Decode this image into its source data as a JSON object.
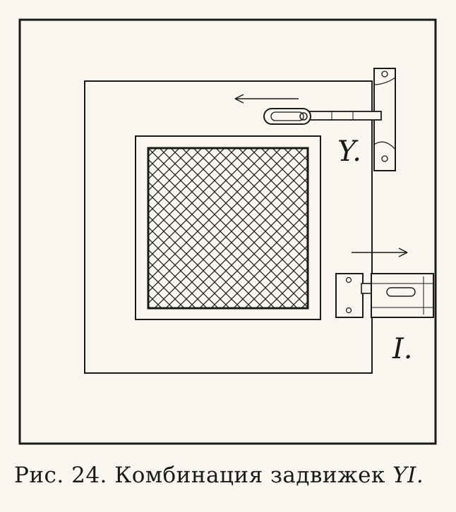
{
  "figure": {
    "caption_prefix": "Рис. 24. Комбинация задвижек ",
    "caption_letters": "YI.",
    "latch_top_label": "Y.",
    "latch_bottom_label": "I.",
    "ink_color": "#1a1a1a",
    "paper_color": "#f8f6ef"
  }
}
